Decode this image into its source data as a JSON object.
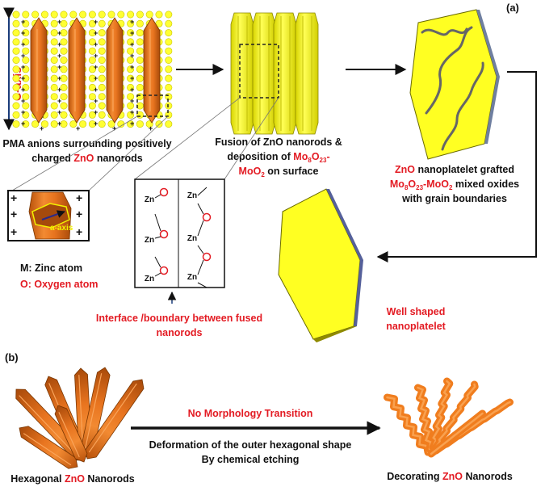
{
  "panel_a_label": "(a)",
  "panel_b_label": "(b)",
  "c_axis_label": "C-axis",
  "a_axis_label": "a-axis",
  "pma_caption": {
    "line1": "PMA anions surrounding positively",
    "line2_pre": "charged ",
    "zno": "ZnO",
    "line2_post": " nanorods"
  },
  "fusion_caption": {
    "line1": "Fusion of ZnO nanorods &",
    "line2_pre": "deposition of ",
    "mo": "Mo",
    "mo_sub1": "8",
    "o": "O",
    "mo_sub2": "23",
    "dash": "-",
    "line3_red": "MoO",
    "line3_sub": "2",
    "line3_post": " on surface"
  },
  "grafted_caption": {
    "zno": "ZnO",
    "line1_post": " nanoplatelet grafted",
    "mo": "Mo",
    "sub1": "8",
    "o": "O",
    "sub2": "23",
    "dash": "-MoO",
    "sub3": "2",
    "line2_post": " mixed oxides",
    "line3": "with grain boundaries"
  },
  "legend": {
    "m": "M: Zinc atom",
    "o": "O: Oxygen atom"
  },
  "interface_caption": {
    "line1": "Interface /boundary between fused",
    "line2": "nanorods"
  },
  "well_shaped": {
    "line1": "Well shaped",
    "line2": "nanoplatelet"
  },
  "atoms": {
    "zn": "Zn",
    "o": "O"
  },
  "arrow_top": "No Morphology Transition",
  "arrow_bottom1": "Deformation of the outer hexagonal shape",
  "arrow_bottom2": "By chemical etching",
  "hex_caption": {
    "pre": "Hexagonal ",
    "zno": "ZnO",
    "post": " Nanorods"
  },
  "dec_caption": {
    "pre": "Decorating ",
    "zno": "ZnO",
    "post": " Nanorods"
  },
  "colors": {
    "rod_orange": "#e8741f",
    "rod_dark": "#b5520d",
    "yellow": "#ffff33",
    "yellow_dark": "#c9c600",
    "red_text": "#e31b23",
    "arrow": "#111111"
  }
}
